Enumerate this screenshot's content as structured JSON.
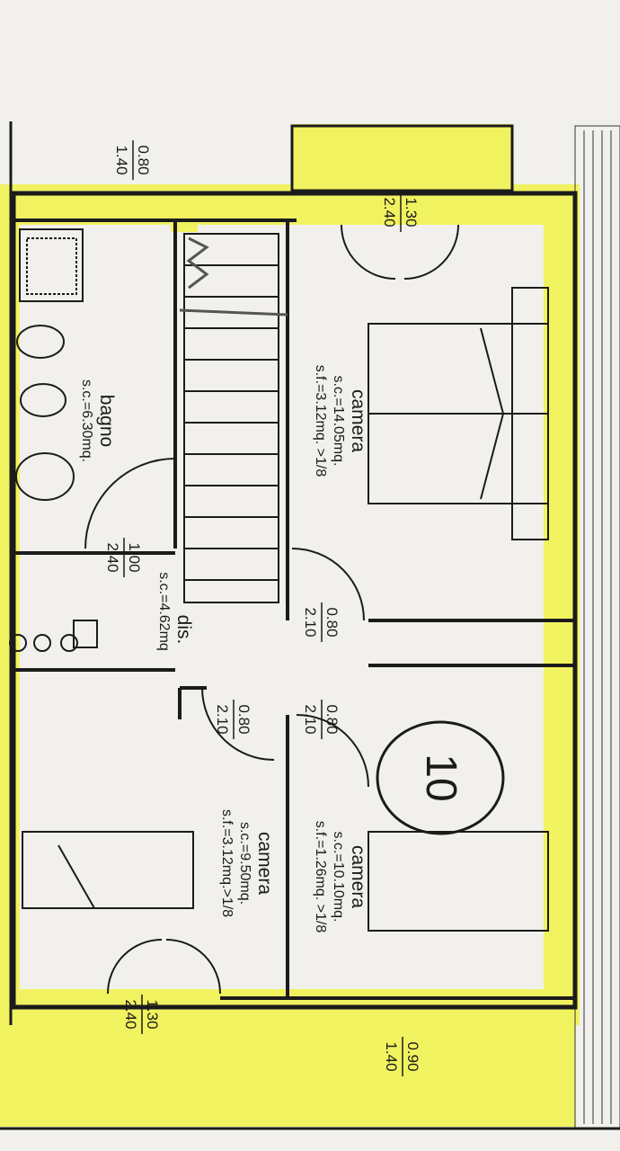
{
  "plan": {
    "rooms": {
      "bagno": {
        "name": "bagno",
        "sc": "s.c.=6.30mq."
      },
      "camera_top": {
        "name": "camera",
        "sc": "s.c.=14.05mq.",
        "sf": "s.f.=3.12mq. >1/8"
      },
      "dis": {
        "name": "dis.",
        "sc": "s.c.=4.62mq"
      },
      "camera_left": {
        "name": "camera",
        "sc": "s.c.=9.50mq.",
        "sf": "s.f.=3.12mq.>1/8"
      },
      "camera_right": {
        "name": "camera",
        "sc": "s.c.=10.10mq.",
        "sf": "s.f.=1.26mq. >1/8"
      }
    },
    "openings": {
      "window_top_left": {
        "w": "0.80",
        "h": "1.40"
      },
      "window_top_door": {
        "w": "1.30",
        "h": "2.40"
      },
      "door_bagno": {
        "w": "1.00",
        "h": "2.40"
      },
      "door_camera_top": {
        "w": "0.80",
        "h": "2.10"
      },
      "door_camera_left": {
        "w": "0.80",
        "h": "2.10"
      },
      "door_camera_right": {
        "w": "0.80",
        "h": "2.10"
      },
      "door_bottom_left": {
        "w": "1.30",
        "h": "2.40"
      },
      "window_bottom_right": {
        "w": "0.90",
        "h": "1.40"
      }
    },
    "handwritten_number": "10",
    "colors": {
      "highlight": "#f4f53a",
      "ink": "#1b1b1b",
      "paper": "#f1f0ec"
    }
  }
}
